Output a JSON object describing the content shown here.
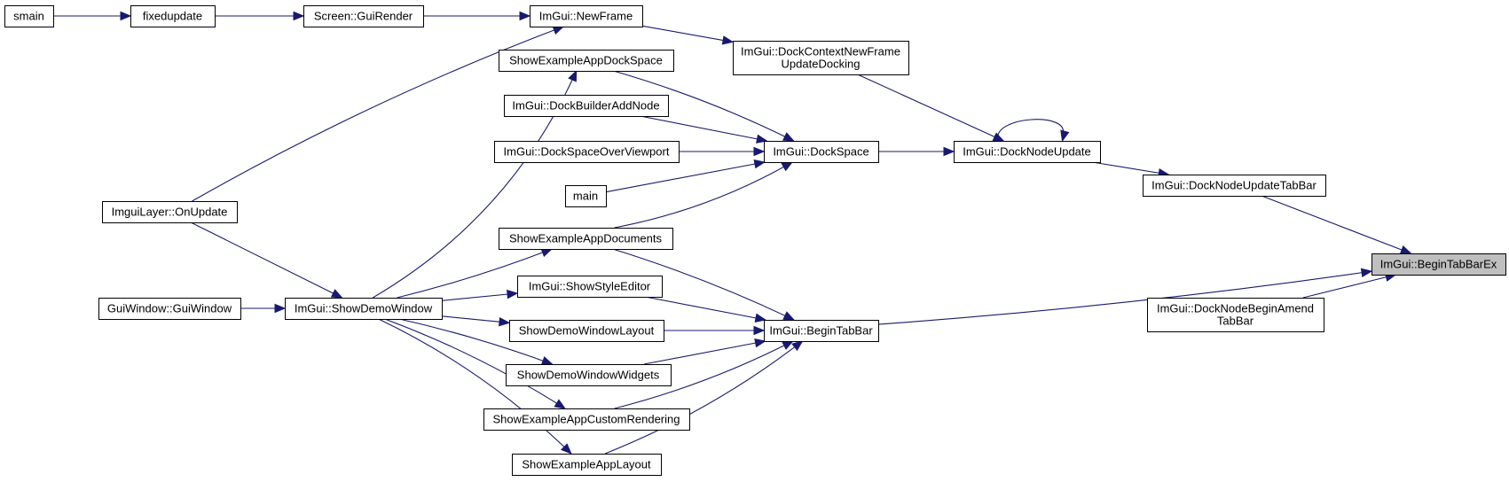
{
  "colors": {
    "edge": "#191970",
    "node_border": "#000000",
    "node_fill": "#ffffff",
    "highlight_fill": "#bfbfbf"
  },
  "nodes": [
    {
      "id": "smain",
      "lines": [
        "smain"
      ]
    },
    {
      "id": "fixedupdate",
      "lines": [
        "fixedupdate"
      ]
    },
    {
      "id": "screen_guirender",
      "lines": [
        "Screen::GuiRender"
      ]
    },
    {
      "id": "imgui_newframe",
      "lines": [
        "ImGui::NewFrame"
      ]
    },
    {
      "id": "dockcontextnewframe",
      "lines": [
        "ImGui::DockContextNewFrame",
        "UpdateDocking"
      ]
    },
    {
      "id": "showexampleappdockspace",
      "lines": [
        "ShowExampleAppDockSpace"
      ]
    },
    {
      "id": "dockbuilderaddnode",
      "lines": [
        "ImGui::DockBuilderAddNode"
      ]
    },
    {
      "id": "dockspaceoverviewport",
      "lines": [
        "ImGui::DockSpaceOverViewport"
      ]
    },
    {
      "id": "main",
      "lines": [
        "main"
      ]
    },
    {
      "id": "dockspace",
      "lines": [
        "ImGui::DockSpace"
      ]
    },
    {
      "id": "docknodeupdate",
      "lines": [
        "ImGui::DockNodeUpdate"
      ]
    },
    {
      "id": "docknodeupdatetabbar",
      "lines": [
        "ImGui::DockNodeUpdateTabBar"
      ]
    },
    {
      "id": "imguilayer_onupdate",
      "lines": [
        "ImguiLayer::OnUpdate"
      ]
    },
    {
      "id": "showexampleappdocuments",
      "lines": [
        "ShowExampleAppDocuments"
      ]
    },
    {
      "id": "begintabbarex",
      "lines": [
        "ImGui::BeginTabBarEx"
      ],
      "highlight": true
    },
    {
      "id": "showstyleeditor",
      "lines": [
        "ImGui::ShowStyleEditor"
      ]
    },
    {
      "id": "guiwindow",
      "lines": [
        "GuiWindow::GuiWindow"
      ]
    },
    {
      "id": "showdemowindow",
      "lines": [
        "ImGui::ShowDemoWindow"
      ]
    },
    {
      "id": "docknodebeginamend",
      "lines": [
        "ImGui::DockNodeBeginAmend",
        "TabBar"
      ]
    },
    {
      "id": "showdemowindowlayout",
      "lines": [
        "ShowDemoWindowLayout"
      ]
    },
    {
      "id": "begintabbar",
      "lines": [
        "ImGui::BeginTabBar"
      ]
    },
    {
      "id": "showdemowindowwidgets",
      "lines": [
        "ShowDemoWindowWidgets"
      ]
    },
    {
      "id": "showexampleappcustomrendering",
      "lines": [
        "ShowExampleAppCustomRendering"
      ]
    },
    {
      "id": "showexampleapplayout",
      "lines": [
        "ShowExampleAppLayout"
      ]
    }
  ],
  "edges": [
    {
      "from": "smain",
      "to": "fixedupdate"
    },
    {
      "from": "fixedupdate",
      "to": "screen_guirender"
    },
    {
      "from": "screen_guirender",
      "to": "imgui_newframe"
    },
    {
      "from": "imguilayer_onupdate",
      "to": "imgui_newframe"
    },
    {
      "from": "imgui_newframe",
      "to": "dockcontextnewframe"
    },
    {
      "from": "dockcontextnewframe",
      "to": "docknodeupdate"
    },
    {
      "from": "dockspace",
      "to": "docknodeupdate"
    },
    {
      "from": "docknodeupdate",
      "to": "docknodeupdate"
    },
    {
      "from": "docknodeupdate",
      "to": "docknodeupdatetabbar"
    },
    {
      "from": "docknodeupdatetabbar",
      "to": "begintabbarex"
    },
    {
      "from": "begintabbar",
      "to": "begintabbarex"
    },
    {
      "from": "docknodebeginamend",
      "to": "begintabbarex"
    },
    {
      "from": "showexampleappdockspace",
      "to": "dockspace"
    },
    {
      "from": "dockbuilderaddnode",
      "to": "dockspace"
    },
    {
      "from": "dockspaceoverviewport",
      "to": "dockspace"
    },
    {
      "from": "main",
      "to": "dockspace"
    },
    {
      "from": "showexampleappdocuments",
      "to": "dockspace"
    },
    {
      "from": "showexampleappdocuments",
      "to": "begintabbar"
    },
    {
      "from": "showstyleeditor",
      "to": "begintabbar"
    },
    {
      "from": "showdemowindowlayout",
      "to": "begintabbar"
    },
    {
      "from": "showdemowindowwidgets",
      "to": "begintabbar"
    },
    {
      "from": "showexampleappcustomrendering",
      "to": "begintabbar"
    },
    {
      "from": "showexampleapplayout",
      "to": "begintabbar"
    },
    {
      "from": "imguilayer_onupdate",
      "to": "showdemowindow"
    },
    {
      "from": "guiwindow",
      "to": "showdemowindow"
    },
    {
      "from": "showdemowindow",
      "to": "showexampleappdockspace"
    },
    {
      "from": "showdemowindow",
      "to": "showexampleappdocuments"
    },
    {
      "from": "showdemowindow",
      "to": "showstyleeditor"
    },
    {
      "from": "showdemowindow",
      "to": "showdemowindowlayout"
    },
    {
      "from": "showdemowindow",
      "to": "showdemowindowwidgets"
    },
    {
      "from": "showdemowindow",
      "to": "showexampleappcustomrendering"
    },
    {
      "from": "showdemowindow",
      "to": "showexampleapplayout"
    }
  ]
}
